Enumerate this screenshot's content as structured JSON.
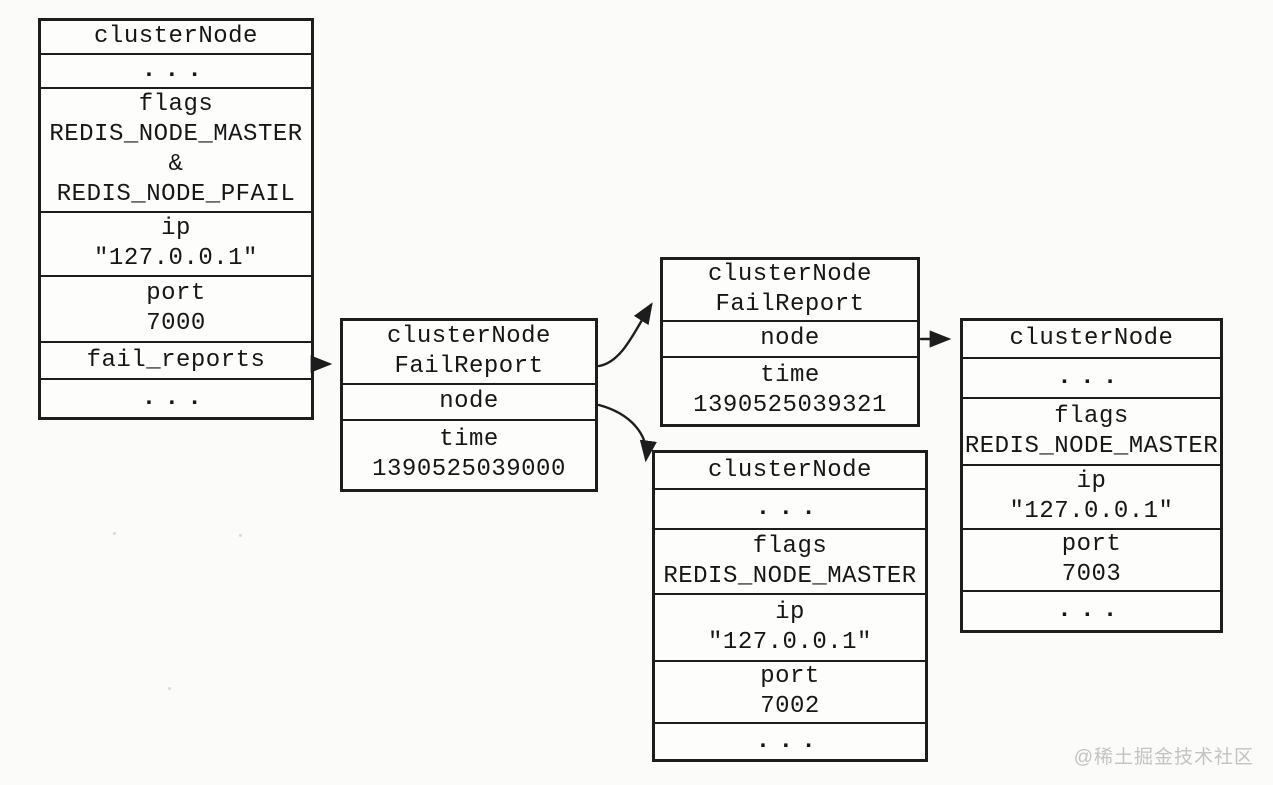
{
  "boxes": [
    {
      "id": "clusterNode-7000",
      "rows": [
        [
          "clusterNode"
        ],
        [
          "..."
        ],
        [
          "flags",
          "REDIS_NODE_MASTER",
          "&",
          "REDIS_NODE_PFAIL"
        ],
        [
          "ip",
          "\"127.0.0.1\""
        ],
        [
          "port",
          "7000"
        ],
        [
          "fail_reports"
        ],
        [
          "..."
        ]
      ]
    },
    {
      "id": "failReport-1",
      "rows": [
        [
          "clusterNode",
          "FailReport"
        ],
        [
          "node"
        ],
        [
          "time",
          "1390525039000"
        ]
      ]
    },
    {
      "id": "failReport-2",
      "rows": [
        [
          "clusterNode",
          "FailReport"
        ],
        [
          "node"
        ],
        [
          "time",
          "1390525039321"
        ]
      ]
    },
    {
      "id": "clusterNode-7002",
      "rows": [
        [
          "clusterNode"
        ],
        [
          "..."
        ],
        [
          "flags",
          "REDIS_NODE_MASTER"
        ],
        [
          "ip",
          "\"127.0.0.1\""
        ],
        [
          "port",
          "7002"
        ],
        [
          "..."
        ]
      ]
    },
    {
      "id": "clusterNode-7003",
      "rows": [
        [
          "clusterNode"
        ],
        [
          "..."
        ],
        [
          "flags",
          "REDIS_NODE_MASTER"
        ],
        [
          "ip",
          "\"127.0.0.1\""
        ],
        [
          "port",
          "7003"
        ],
        [
          "..."
        ]
      ]
    }
  ],
  "links": [
    {
      "from": "clusterNode-7000.fail_reports",
      "to": "failReport-1"
    },
    {
      "from": "failReport-1.header",
      "to": "failReport-2"
    },
    {
      "from": "failReport-1.node",
      "to": "clusterNode-7002"
    },
    {
      "from": "failReport-2.node",
      "to": "clusterNode-7003"
    }
  ],
  "watermark": "@稀土掘金技术社区",
  "colors": {
    "line": "#1d1d1d",
    "background": "#fbfbfa",
    "watermark": "#c3c3c3"
  }
}
